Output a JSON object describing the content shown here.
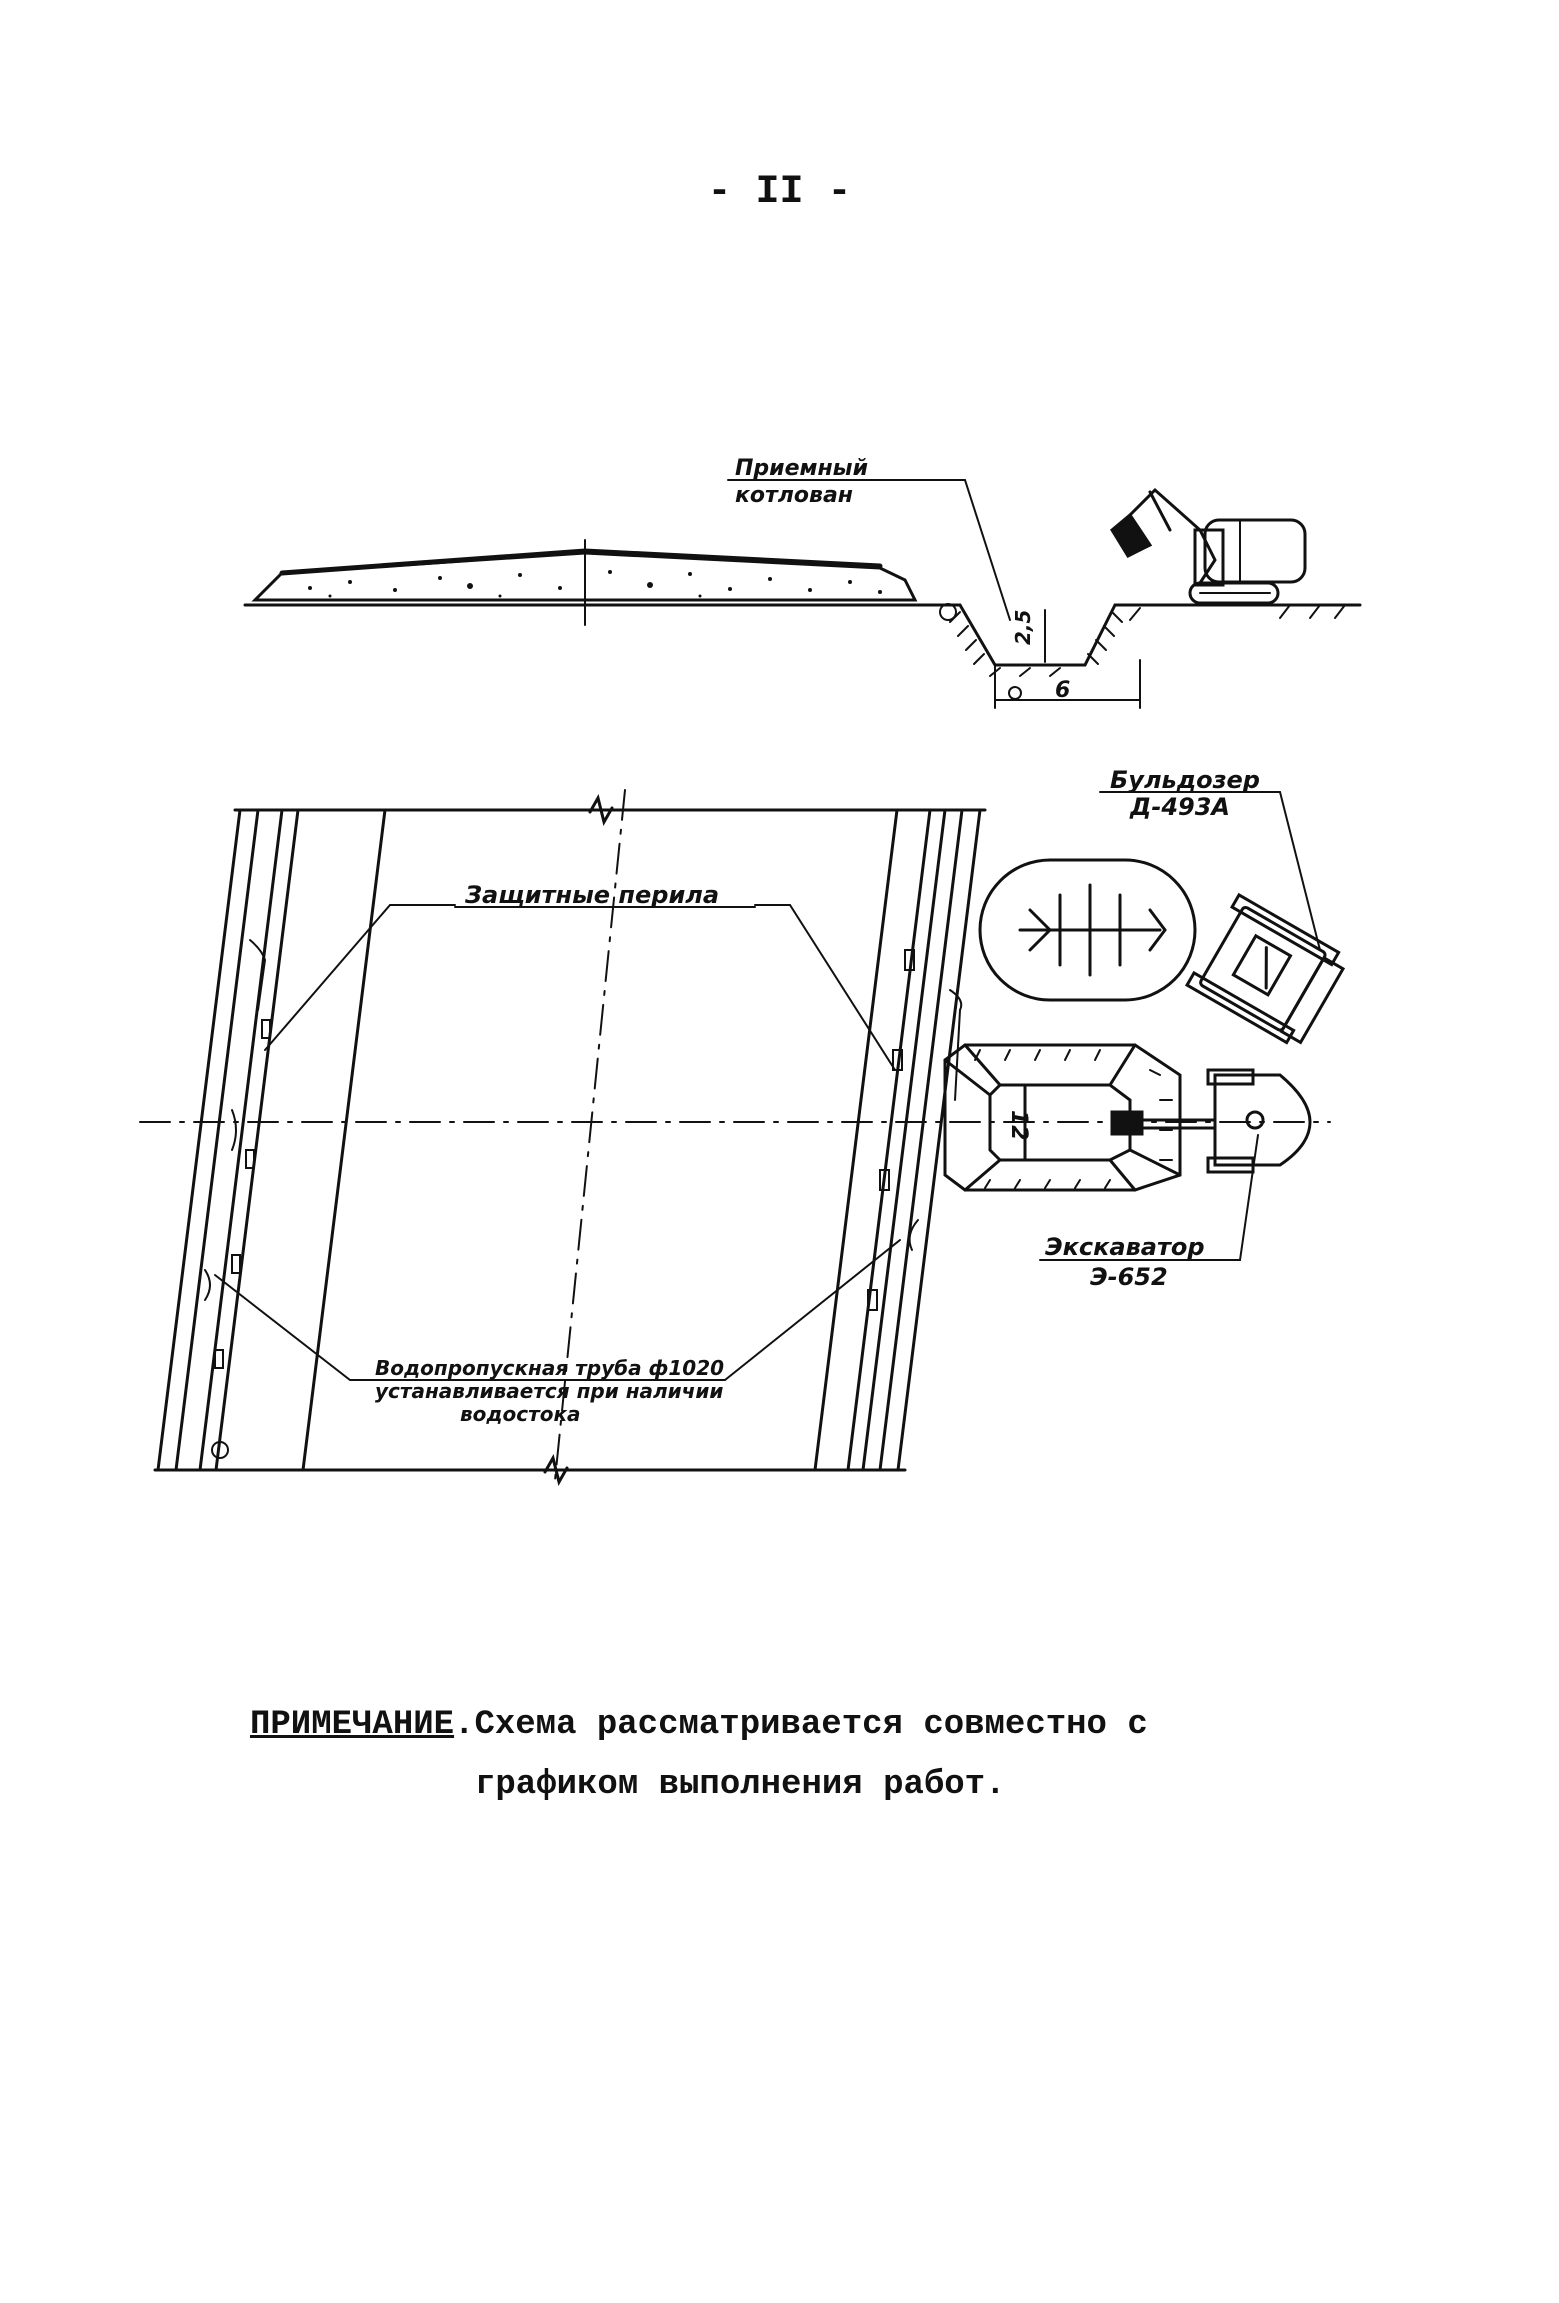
{
  "page_number": "- II -",
  "labels": {
    "pit_line1": "Приемный",
    "pit_line2": "котлован",
    "pit_depth": "2,5",
    "pit_width": "6",
    "rails": "Защитные перила",
    "bulldozer_line1": "Бульдозер",
    "bulldozer_line2": "Д-493А",
    "excavator_line1": "Экскаватор",
    "excavator_line2": "Э-652",
    "pipe_line1": "Водопропускная труба ф1020",
    "pipe_line2": "устанавливается при наличии",
    "pipe_line3": "водостока",
    "pit_plan_size": "12"
  },
  "note": {
    "title": "ПРИМЕЧАНИЕ",
    "text1": ".Схема рассматривается совместно с",
    "text2": "графиком выполнения работ."
  }
}
